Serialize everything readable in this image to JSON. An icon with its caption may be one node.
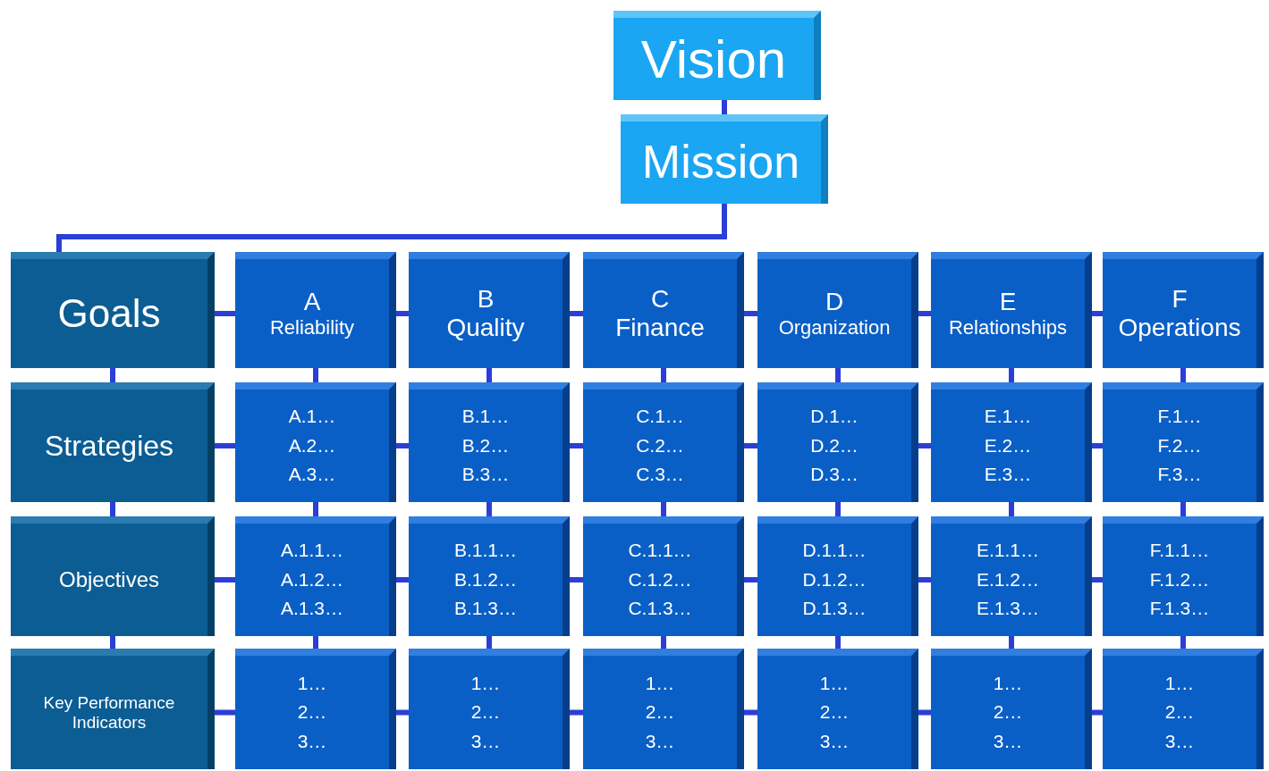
{
  "diagram": {
    "nodes": [
      {
        "text": [
          "Vision"
        ]
      },
      {
        "text": [
          "Mission"
        ]
      },
      {
        "text": [
          "Goals"
        ]
      },
      {
        "text": [
          "A",
          "Reliability"
        ]
      },
      {
        "text": [
          "B",
          "Quality"
        ]
      },
      {
        "text": [
          "C",
          "Finance"
        ]
      },
      {
        "text": [
          "D",
          "Organization"
        ]
      },
      {
        "text": [
          "E",
          "Relationships"
        ]
      },
      {
        "text": [
          "F",
          "Operations"
        ]
      },
      {
        "text": [
          "Strategies"
        ]
      },
      {
        "text": [
          "A.1…",
          "A.2…",
          "A.3…"
        ]
      },
      {
        "text": [
          "B.1…",
          "B.2…",
          "B.3…"
        ]
      },
      {
        "text": [
          "C.1…",
          "C.2…",
          "C.3…"
        ]
      },
      {
        "text": [
          "D.1…",
          "D.2…",
          "D.3…"
        ]
      },
      {
        "text": [
          "E.1…",
          "E.2…",
          "E.3…"
        ]
      },
      {
        "text": [
          "F.1…",
          "F.2…",
          "F.3…"
        ]
      },
      {
        "text": [
          "Objectives"
        ]
      },
      {
        "text": [
          "A.1.1…",
          "A.1.2…",
          "A.1.3…"
        ]
      },
      {
        "text": [
          "B.1.1…",
          "B.1.2…",
          "B.1.3…"
        ]
      },
      {
        "text": [
          "C.1.1…",
          "C.1.2…",
          "C.1.3…"
        ]
      },
      {
        "text": [
          "D.1.1…",
          "D.1.2…",
          "D.1.3…"
        ]
      },
      {
        "text": [
          "E.1.1…",
          "E.1.2…",
          "E.1.3…"
        ]
      },
      {
        "text": [
          "F.1.1…",
          "F.1.2…",
          "F.1.3…"
        ]
      },
      {
        "text": [
          "Key Performance Indicators"
        ]
      },
      {
        "text": [
          "1…",
          "2…",
          "3…"
        ]
      },
      {
        "text": [
          "1…",
          "2…",
          "3…"
        ]
      },
      {
        "text": [
          "1…",
          "2…",
          "3…"
        ]
      },
      {
        "text": [
          "1…",
          "2…",
          "3…"
        ]
      },
      {
        "text": [
          "1…",
          "2…",
          "3…"
        ]
      },
      {
        "text": [
          "1…",
          "2…",
          "3…"
        ]
      }
    ],
    "edges": [
      {
        "from": 0,
        "to": 1,
        "arrow": "none"
      },
      {
        "from": 1,
        "to": 2,
        "arrow": "none"
      },
      {
        "from": 2,
        "to": 3,
        "arrow": "none"
      },
      {
        "from": 3,
        "to": 4,
        "arrow": "none"
      },
      {
        "from": 4,
        "to": 5,
        "arrow": "none"
      },
      {
        "from": 5,
        "to": 6,
        "arrow": "none"
      },
      {
        "from": 6,
        "to": 7,
        "arrow": "none"
      },
      {
        "from": 7,
        "to": 8,
        "arrow": "none"
      },
      {
        "from": 9,
        "to": 10,
        "arrow": "none"
      },
      {
        "from": 10,
        "to": 11,
        "arrow": "none"
      },
      {
        "from": 11,
        "to": 12,
        "arrow": "none"
      },
      {
        "from": 12,
        "to": 13,
        "arrow": "none"
      },
      {
        "from": 13,
        "to": 14,
        "arrow": "none"
      },
      {
        "from": 14,
        "to": 15,
        "arrow": "none"
      },
      {
        "from": 16,
        "to": 17,
        "arrow": "none"
      },
      {
        "from": 17,
        "to": 18,
        "arrow": "none"
      },
      {
        "from": 18,
        "to": 19,
        "arrow": "none"
      },
      {
        "from": 19,
        "to": 20,
        "arrow": "none"
      },
      {
        "from": 20,
        "to": 21,
        "arrow": "none"
      },
      {
        "from": 21,
        "to": 22,
        "arrow": "none"
      },
      {
        "from": 23,
        "to": 24,
        "arrow": "none"
      },
      {
        "from": 24,
        "to": 25,
        "arrow": "none"
      },
      {
        "from": 25,
        "to": 26,
        "arrow": "none"
      },
      {
        "from": 26,
        "to": 27,
        "arrow": "none"
      },
      {
        "from": 27,
        "to": 28,
        "arrow": "none"
      },
      {
        "from": 28,
        "to": 29,
        "arrow": "none"
      },
      {
        "from": 2,
        "to": 9,
        "arrow": "none"
      },
      {
        "from": 9,
        "to": 16,
        "arrow": "none"
      },
      {
        "from": 16,
        "to": 23,
        "arrow": "none"
      },
      {
        "from": 3,
        "to": 10,
        "arrow": "none"
      },
      {
        "from": 10,
        "to": 17,
        "arrow": "none"
      },
      {
        "from": 17,
        "to": 24,
        "arrow": "none"
      },
      {
        "from": 4,
        "to": 11,
        "arrow": "none"
      },
      {
        "from": 11,
        "to": 18,
        "arrow": "none"
      },
      {
        "from": 18,
        "to": 25,
        "arrow": "none"
      },
      {
        "from": 5,
        "to": 12,
        "arrow": "none"
      },
      {
        "from": 12,
        "to": 19,
        "arrow": "none"
      },
      {
        "from": 19,
        "to": 26,
        "arrow": "none"
      },
      {
        "from": 6,
        "to": 13,
        "arrow": "none"
      },
      {
        "from": 13,
        "to": 20,
        "arrow": "none"
      },
      {
        "from": 20,
        "to": 27,
        "arrow": "none"
      },
      {
        "from": 7,
        "to": 14,
        "arrow": "none"
      },
      {
        "from": 14,
        "to": 21,
        "arrow": "none"
      },
      {
        "from": 21,
        "to": 28,
        "arrow": "none"
      },
      {
        "from": 8,
        "to": 15,
        "arrow": "none"
      },
      {
        "from": 15,
        "to": 22,
        "arrow": "none"
      },
      {
        "from": 22,
        "to": 29,
        "arrow": "none"
      }
    ]
  }
}
